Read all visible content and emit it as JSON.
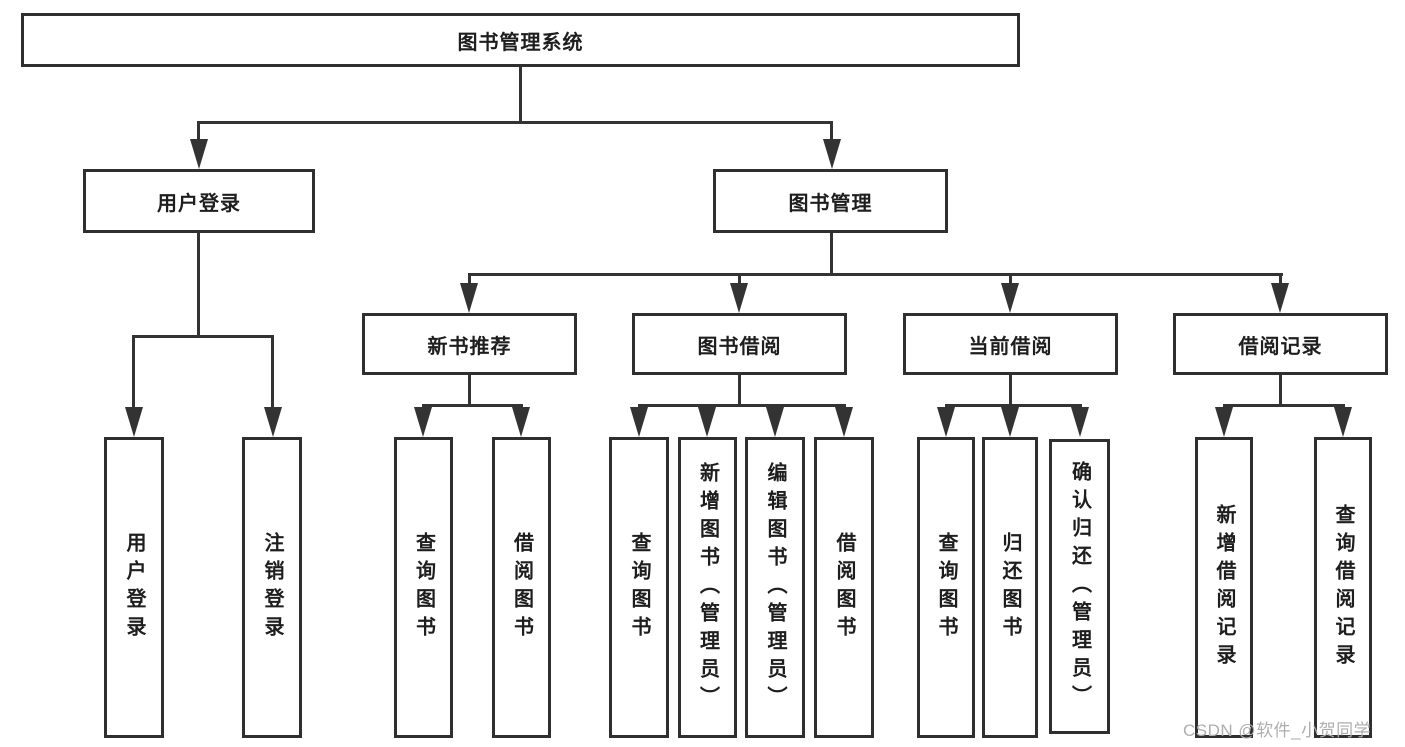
{
  "diagram": {
    "colors": {
      "background": "#ffffff",
      "line": "#333333",
      "box_border": "#2f2f2f",
      "text": "#1e1e1e",
      "watermark": "#aeaeae"
    },
    "nodes": {
      "root": {
        "label": "图书管理系统"
      },
      "level2": [
        {
          "label": "用户登录"
        },
        {
          "label": "图书管理"
        }
      ],
      "level3": [
        {
          "label": "新书推荐",
          "parent": "图书管理"
        },
        {
          "label": "图书借阅",
          "parent": "图书管理"
        },
        {
          "label": "当前借阅",
          "parent": "图书管理"
        },
        {
          "label": "借阅记录",
          "parent": "图书管理"
        }
      ],
      "leaves": [
        {
          "label": "用户登录",
          "parent": "用户登录"
        },
        {
          "label": "注销登录",
          "parent": "用户登录"
        },
        {
          "label": "查询图书",
          "parent": "新书推荐"
        },
        {
          "label": "借阅图书",
          "parent": "新书推荐"
        },
        {
          "label": "查询图书",
          "parent": "图书借阅"
        },
        {
          "label": "新增图书（管理员）",
          "parent": "图书借阅"
        },
        {
          "label": "编辑图书（管理员）",
          "parent": "图书借阅"
        },
        {
          "label": "借阅图书",
          "parent": "图书借阅"
        },
        {
          "label": "查询图书",
          "parent": "当前借阅"
        },
        {
          "label": "归还图书",
          "parent": "当前借阅"
        },
        {
          "label": "确认归还（管理员）",
          "parent": "当前借阅"
        },
        {
          "label": "新增借阅记录",
          "parent": "借阅记录"
        },
        {
          "label": "查询借阅记录",
          "parent": "借阅记录"
        }
      ]
    },
    "watermark": {
      "text": "CSDN @软件_小贺同学"
    }
  }
}
